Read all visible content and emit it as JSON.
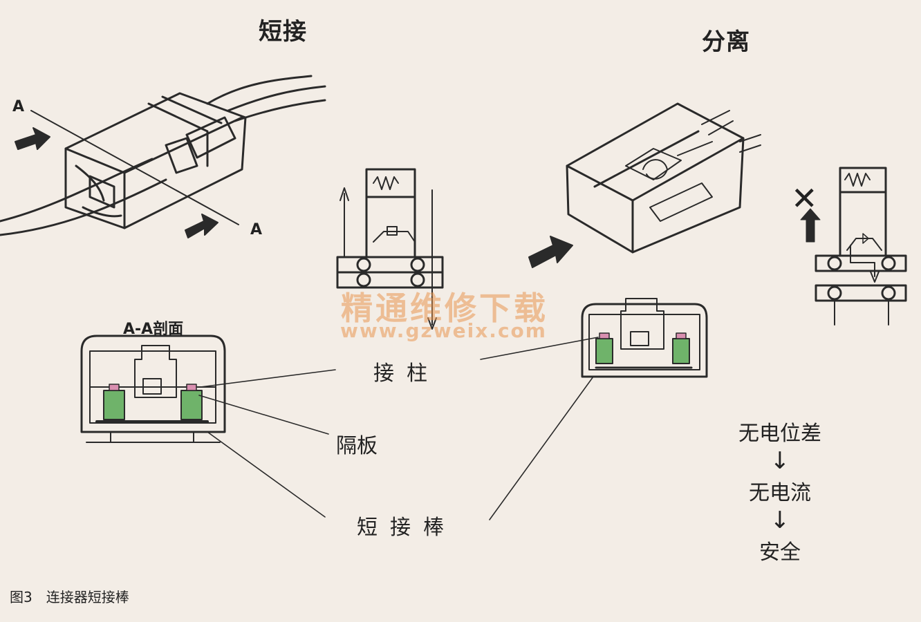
{
  "labels": {
    "short_title": "短接",
    "separate_title": "分离",
    "axis_a_top": "A",
    "axis_a_bottom": "A",
    "section_title": "A-A剖面",
    "terminal": "接柱",
    "partition": "隔板",
    "short_bar": "短接棒",
    "chain": [
      "无电位差",
      "↓",
      "无电流",
      "↓",
      "安全"
    ],
    "cross_mark": "✕",
    "caption": "图3　连接器短接棒",
    "watermark_cn": "精通维修下载",
    "watermark_url": "www.gzweix.com"
  },
  "colors": {
    "line": "#2a2a2a",
    "paper": "#f3ede6",
    "terminal_green": "#6fb36a",
    "partition_pink": "#d98fb0",
    "watermark": "#e8964f"
  }
}
